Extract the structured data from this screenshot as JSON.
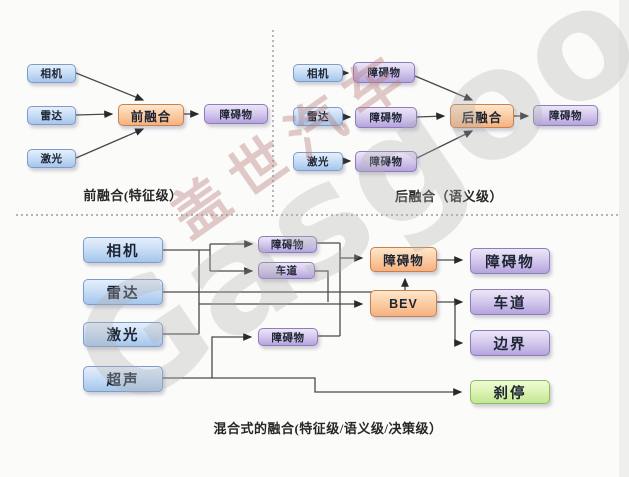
{
  "watermark": {
    "cn": "盖世汽车",
    "en": "Gasgoo"
  },
  "d1": {
    "caption": "前融合(特征级）",
    "nodes": {
      "camera": "相机",
      "radar": "雷达",
      "lidar": "激光",
      "fusion": "前融合",
      "obstacle": "障碍物"
    }
  },
  "d2": {
    "caption": "后融合（语义级）",
    "nodes": {
      "camera": "相机",
      "radar": "雷达",
      "lidar": "激光",
      "obs_camera": "障碍物",
      "obs_radar": "障碍物",
      "obs_lidar": "障碍物",
      "fusion": "后融合",
      "obstacle": "障碍物"
    }
  },
  "d3": {
    "caption": "混合式的融合(特征级/语义级/决策级）",
    "nodes": {
      "camera": "相机",
      "radar": "雷达",
      "lidar": "激光",
      "ultrasonic": "超声",
      "obs_camera": "障碍物",
      "lane_camera": "车道",
      "obs_lidar": "障碍物",
      "obs_fused": "障碍物",
      "bev": "BEV",
      "obstacle": "障碍物",
      "lane": "车道",
      "boundary": "边界",
      "brake": "刹停"
    }
  },
  "colors": {
    "sensor_blue": "#aac8ea",
    "result_purple": "#c3b2e0",
    "fusion_orange": "#f6b888",
    "action_green": "#cdea9c",
    "wire_gray": "#4a4a4a"
  }
}
